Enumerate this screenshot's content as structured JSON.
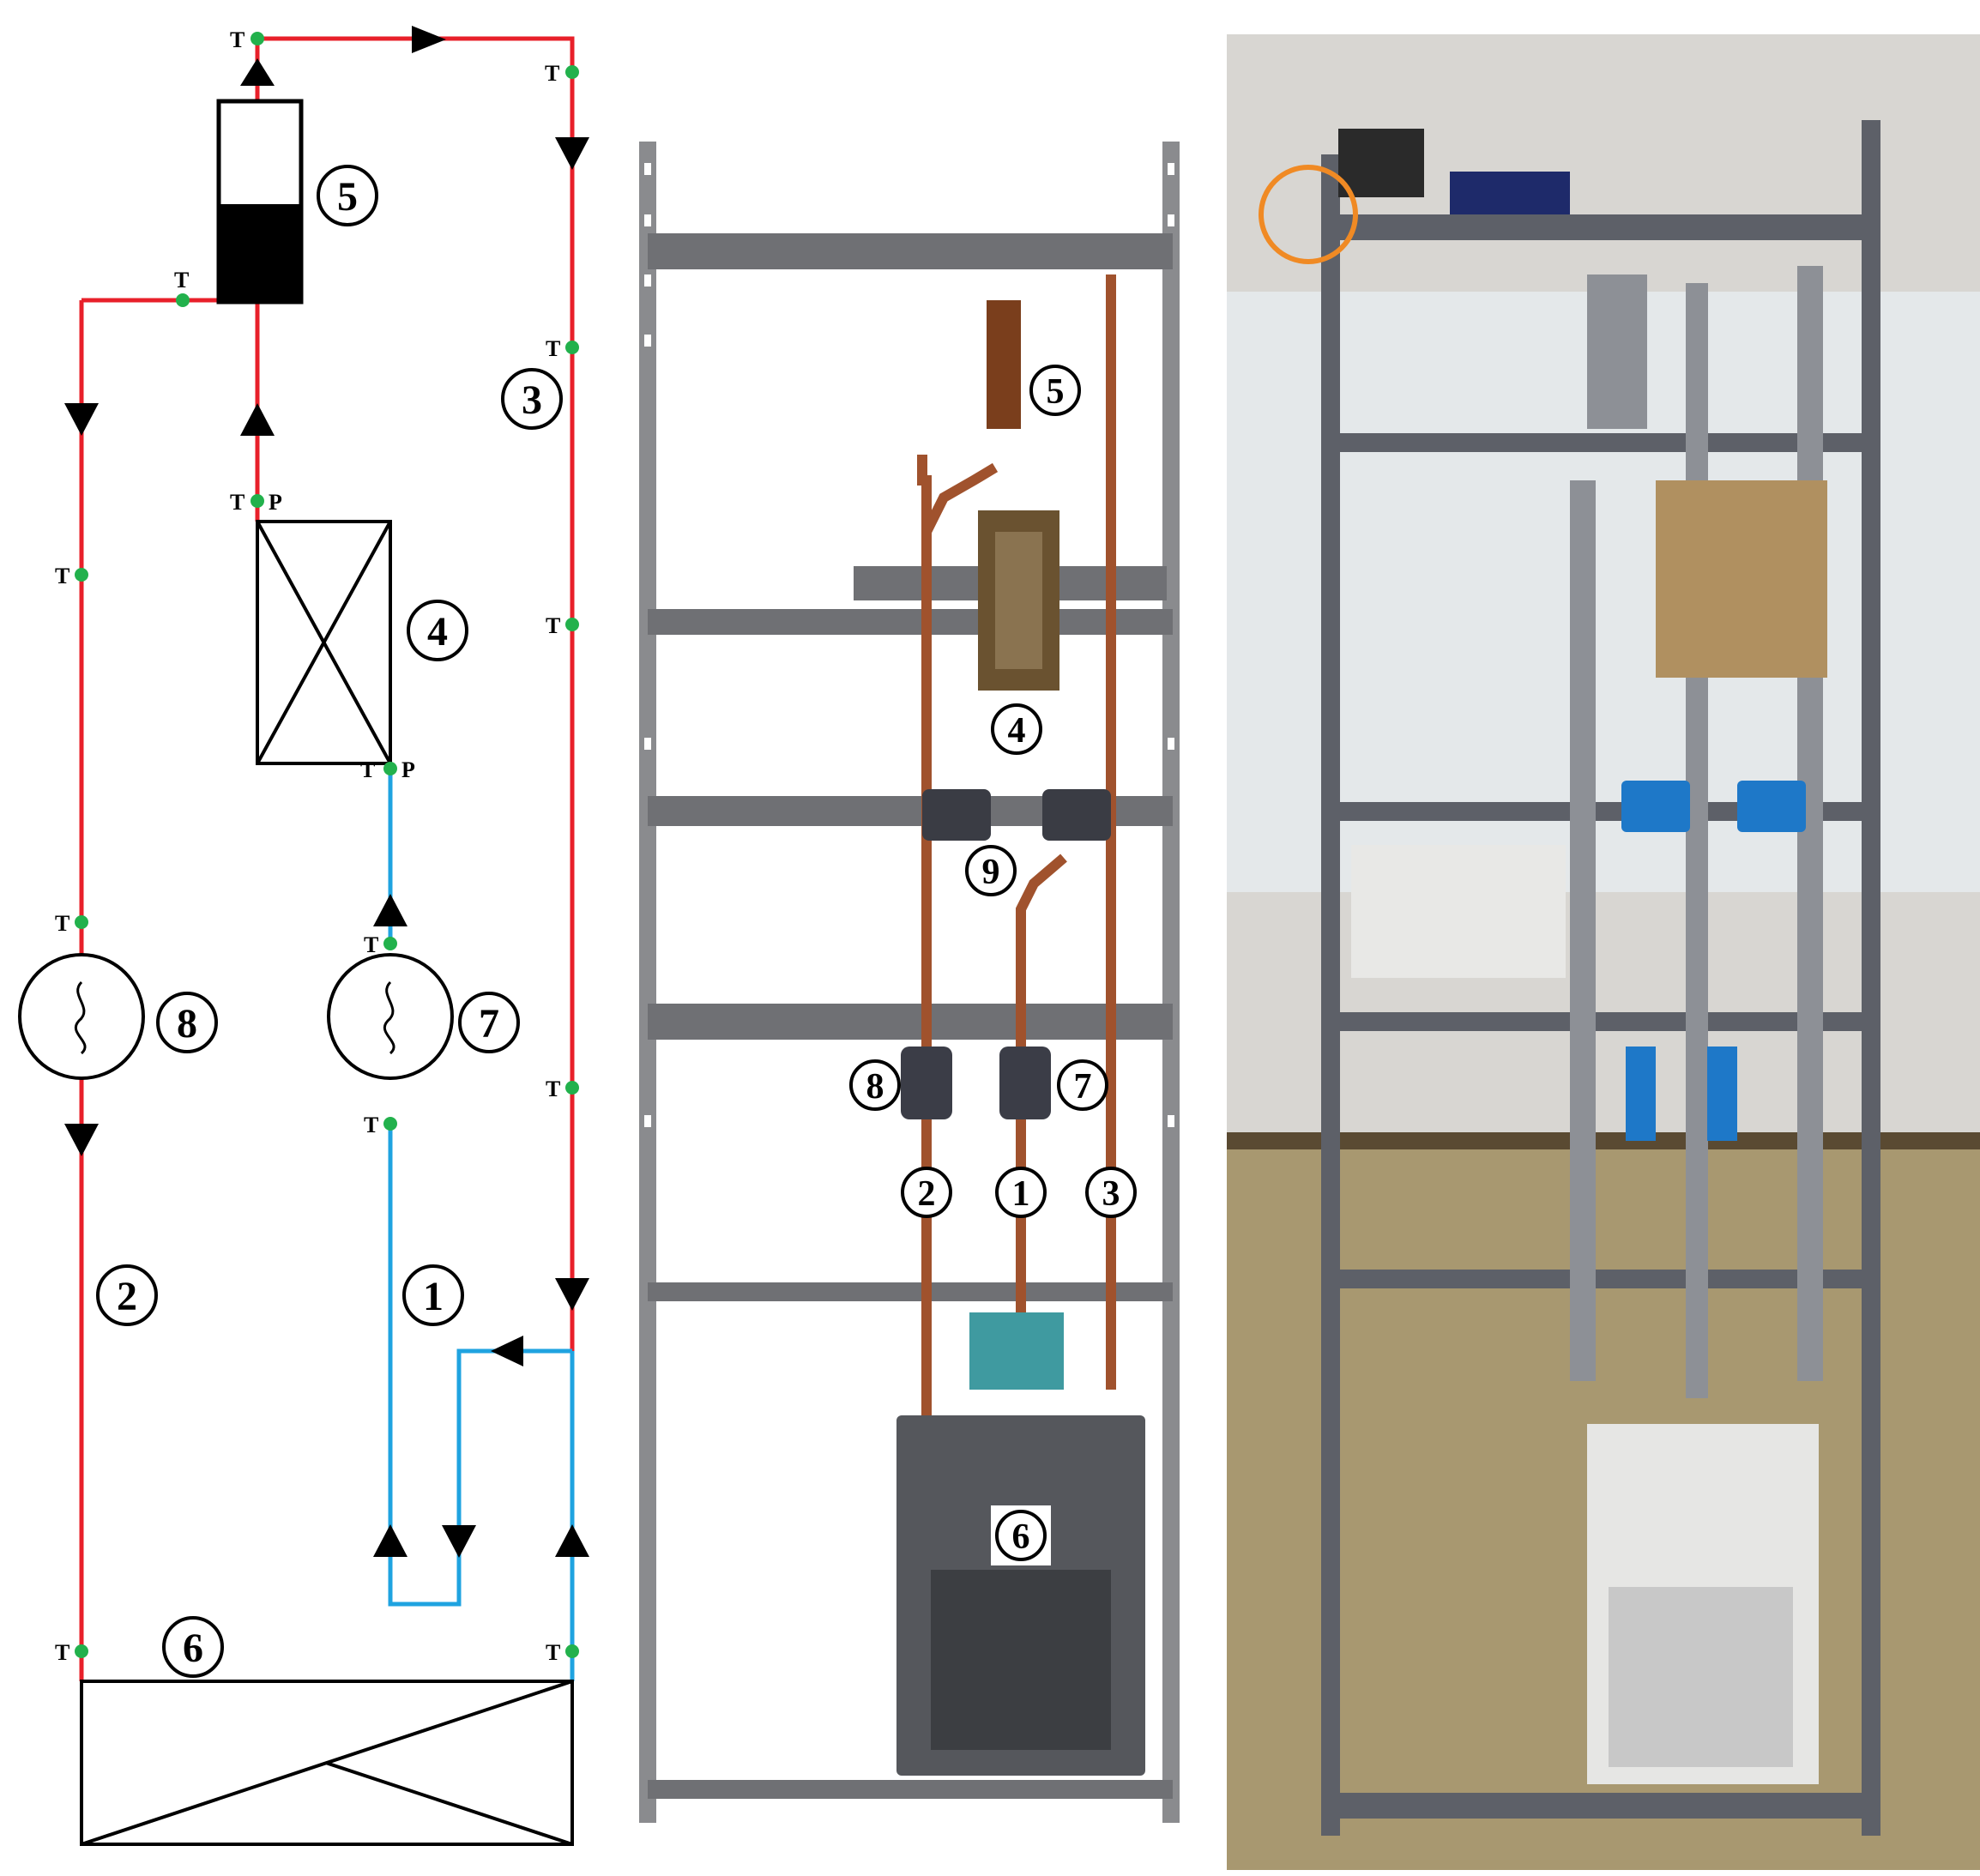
{
  "schematic": {
    "sensor_labels": [
      "T",
      "P"
    ],
    "component_numbers": [
      "1",
      "2",
      "3",
      "4",
      "5",
      "6",
      "7",
      "8"
    ]
  },
  "render": {
    "component_numbers": [
      "5",
      "4",
      "9",
      "8",
      "7",
      "2",
      "1",
      "3",
      "6"
    ]
  },
  "colors": {
    "hot_line": "#e8202a",
    "cold_line": "#1fa3e0",
    "sensor_dot": "#22b14c",
    "frame_grey": "#77787b",
    "copper": "#a0522d"
  }
}
